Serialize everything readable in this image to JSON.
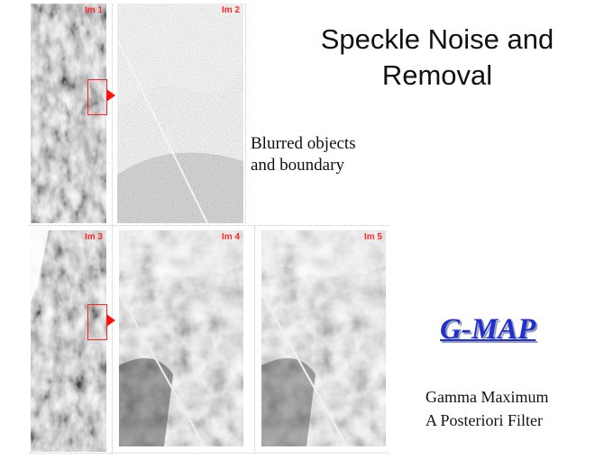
{
  "slide": {
    "title_line1": "Speckle Noise and",
    "title_line2": "Removal",
    "blur_note_line1": "Blurred objects",
    "blur_note_line2": "and boundary",
    "filter_name": "G-MAP",
    "filter_desc_line1": "Gamma Maximum",
    "filter_desc_line2": "A Posteriori Filter"
  },
  "images": [
    {
      "label": "Im 1"
    },
    {
      "label": "Im 2"
    },
    {
      "label": "Im 3"
    },
    {
      "label": "Im 4"
    },
    {
      "label": "Im 5"
    }
  ],
  "colors": {
    "label_red": "#ff2a2a",
    "gmap_blue": "#1f2fd0"
  }
}
